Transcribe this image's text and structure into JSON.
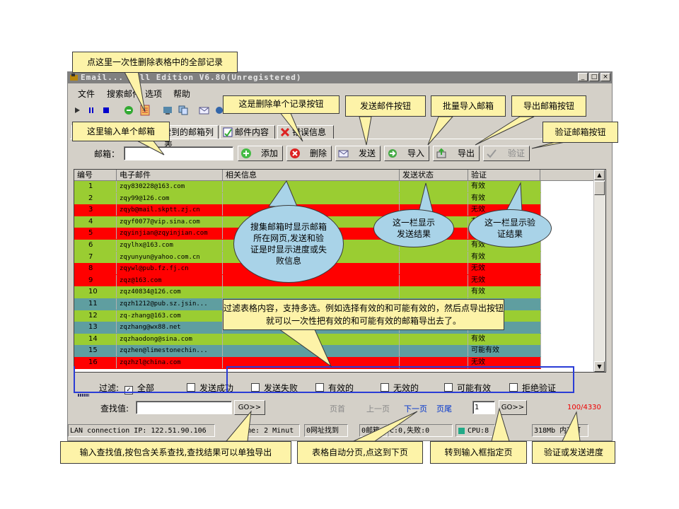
{
  "colors": {
    "green": "#9acd32",
    "red": "#ff0000",
    "teal": "#5f9ea0",
    "white": "#ffffff",
    "callout": "#fdf3a8",
    "bubble": "#a9d3e8"
  },
  "window": {
    "title": "Email... Full Edition V6.80(Unregistered)",
    "controls": [
      "_",
      "□",
      "×"
    ]
  },
  "menu": [
    "文件",
    "搜索邮件",
    "选项",
    "帮助"
  ],
  "tabs": {
    "t2": "搜索到的邮箱列表",
    "t3": "邮件内容",
    "t4": "错误信息"
  },
  "form": {
    "email_label": "邮箱：",
    "add": "添加",
    "delete": "删除",
    "send": "发送",
    "import": "导入",
    "export": "导出",
    "verify": "验证"
  },
  "table": {
    "columns": [
      "编号",
      "电子邮件",
      "相关信息",
      "发送状态",
      "验证"
    ],
    "rows": [
      {
        "id": "1",
        "email": "zqy830228@163.com",
        "status": "有效",
        "color": "green"
      },
      {
        "id": "2",
        "email": "zqy99@126.com",
        "status": "有效",
        "color": "green"
      },
      {
        "id": "3",
        "email": "zqyb@mail.skptt.zj.cn",
        "status": "无效",
        "color": "red"
      },
      {
        "id": "4",
        "email": "zqyf0077@vip.sina.com",
        "status": "有效",
        "color": "green"
      },
      {
        "id": "5",
        "email": "zqyinjian@zqyinjian.com",
        "status": "无效",
        "color": "red"
      },
      {
        "id": "6",
        "email": "zqylhx@163.com",
        "status": "有效",
        "color": "green"
      },
      {
        "id": "7",
        "email": "zqyunyun@yahoo.com.cn",
        "status": "有效",
        "color": "green"
      },
      {
        "id": "8",
        "email": "zqywl@pub.fz.fj.cn",
        "status": "无效",
        "color": "red"
      },
      {
        "id": "9",
        "email": "zqz@163.com",
        "status": "无效",
        "color": "red"
      },
      {
        "id": "10",
        "email": "zqz40834@126.com",
        "status": "有效",
        "color": "green"
      },
      {
        "id": "11",
        "email": "zqzh1212@pub.sz.jsin...",
        "status": "",
        "color": "teal"
      },
      {
        "id": "12",
        "email": "zq-zhang@163.com",
        "status": "",
        "color": "green"
      },
      {
        "id": "13",
        "email": "zqzhang@wx88.net",
        "status": "可能有效",
        "color": "teal"
      },
      {
        "id": "14",
        "email": "zqzhaodong@sina.com",
        "status": "有效",
        "color": "green"
      },
      {
        "id": "15",
        "email": "zqzhen@limestonechin...",
        "status": "可能有效",
        "color": "teal"
      },
      {
        "id": "16",
        "email": "zqzhzl@china.com",
        "status": "无效",
        "color": "red"
      }
    ]
  },
  "filter": {
    "label": "过滤:",
    "options": [
      "全部",
      "发送成功",
      "发送失败",
      "有效的",
      "无效的",
      "可能有效",
      "拒绝验证"
    ]
  },
  "search": {
    "label": "查找值:",
    "go": "GO>>",
    "first": "页首",
    "prev": "上一页",
    "next": "下一页",
    "last": "页尾",
    "page": "1",
    "page_go": "GO>>",
    "progress": "100/4330"
  },
  "statusbar": {
    "s1": "LAN connection  IP: 122.51.90.106",
    "s2": "ime: 2 Minut",
    "s3": "0网址找到",
    "s4": "0邮箱",
    "s5": "c:0,失败:0",
    "s6": "CPU:8",
    "s7": "318Mb 内存可"
  },
  "callouts": {
    "c1": "点这里一次性删除表格中的全部记录",
    "c2": "这是删除单个记录按钮",
    "c3": "发送邮件按钮",
    "c4": "批量导入邮箱",
    "c5": "导出邮箱按钮",
    "c6": "这里输入单个邮箱",
    "c7": "验证邮箱按钮",
    "c8": "搜集邮箱时显示邮箱所在网页,发送和验证是时显示进度或失败信息",
    "c9": "这一栏显示发送结果",
    "c10": "这一栏显示验证结果",
    "c11": "过滤表格内容，支持多选。例如选择有效的和可能有效的，然后点导出按钮就可以一次性把有效的和可能有效的邮箱导出去了。",
    "c12": "输入查找值,按包含关系查找,查找结果可以单独导出",
    "c13": "表格自动分页,点这到下页",
    "c14": "转到输入框指定页",
    "c15": "验证或发送进度"
  }
}
